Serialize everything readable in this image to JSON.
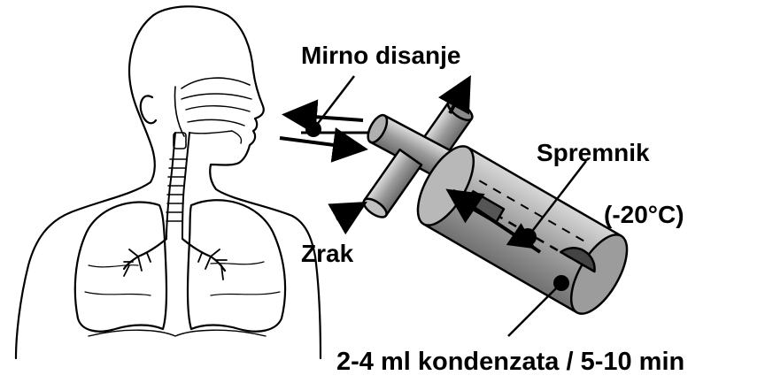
{
  "labels": {
    "breathing": "Mirno disanje",
    "container": "Spremnik",
    "temperature": "(-20°C)",
    "air": "Zrak",
    "yield": "2-4 ml kondenzata / 5-10 min"
  },
  "colors": {
    "ink": "#000000",
    "background": "#ffffff",
    "tube_gray": "#9a9a9a",
    "tube_light": "#c8c8c8",
    "tube_dark": "#6e6e6e",
    "cylinder_body": "#a9a9a9"
  },
  "icons": [
    "human-torso-lungs-icon",
    "condenser-apparatus-icon",
    "arrow-icon"
  ]
}
